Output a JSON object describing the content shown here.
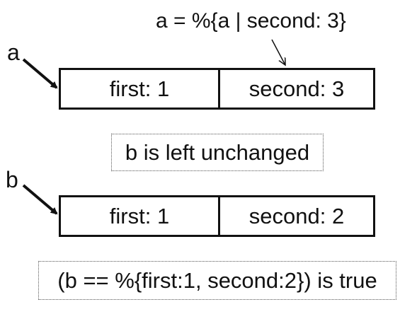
{
  "update_expression": "a = %{a | second: 3}",
  "map_a": {
    "var_label": "a",
    "first": "first: 1",
    "second": "second: 3"
  },
  "unchanged_note": "b is left unchanged",
  "map_b": {
    "var_label": "b",
    "first": "first: 1",
    "second": "second: 2"
  },
  "equality_note": "(b == %{first:1, second:2}) is true"
}
